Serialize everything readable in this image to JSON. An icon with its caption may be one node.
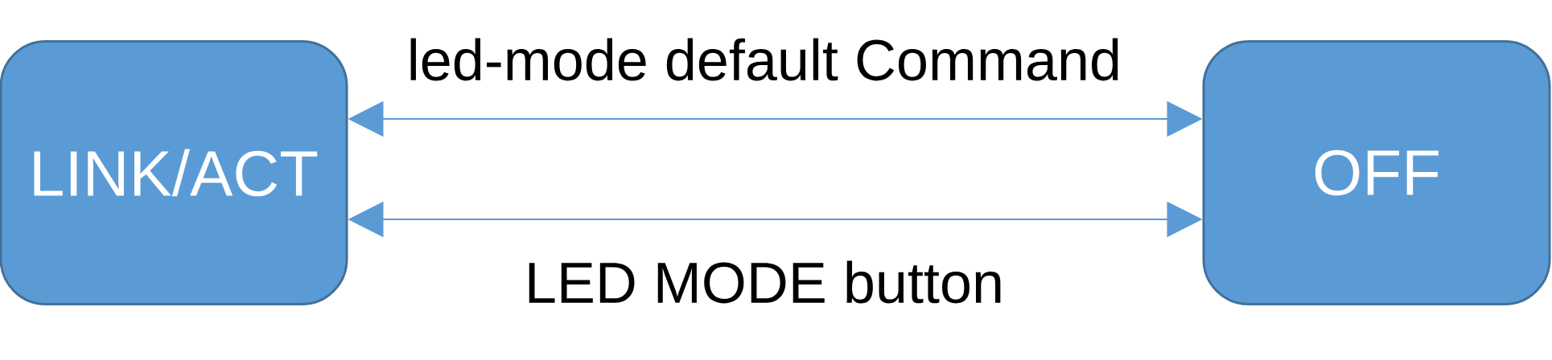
{
  "diagram": {
    "nodes": [
      {
        "text": [
          "LINK/ACT"
        ]
      },
      {
        "text": [
          "OFF"
        ]
      }
    ],
    "edges": [
      {
        "from": 0,
        "to": 1,
        "arrow": "both",
        "label": "led-mode default Command"
      },
      {
        "from": 0,
        "to": 1,
        "arrow": "both",
        "label": "LED MODE button"
      }
    ]
  }
}
